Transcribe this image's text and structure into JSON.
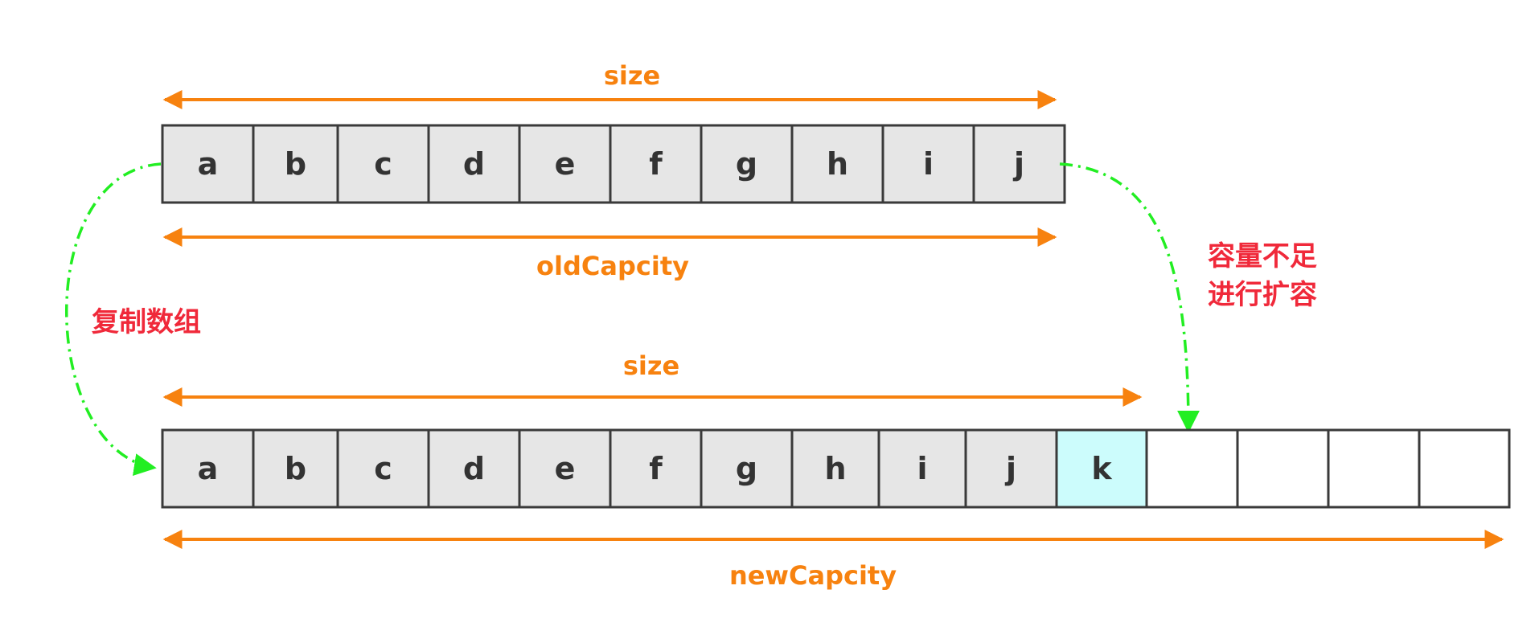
{
  "colors": {
    "cell_fill": "#e6e6e6",
    "cell_highlight": "#ccfcfc",
    "cell_empty": "#ffffff",
    "cell_border": "#3a3a3a",
    "dimension": "#f7820f",
    "flow_arrow": "#22ee22",
    "note": "#f0293a"
  },
  "old_array": {
    "cells": [
      "a",
      "b",
      "c",
      "d",
      "e",
      "f",
      "g",
      "h",
      "i",
      "j"
    ],
    "size_label": "size",
    "capacity_label": "oldCapcity"
  },
  "new_array": {
    "cells": [
      "a",
      "b",
      "c",
      "d",
      "e",
      "f",
      "g",
      "h",
      "i",
      "j",
      "k",
      "",
      "",
      "",
      ""
    ],
    "highlight_index": 10,
    "size_label": "size",
    "capacity_label": "newCapcity"
  },
  "notes": {
    "copy": "复制数组",
    "expand_line1": "容量不足",
    "expand_line2": "进行扩容"
  }
}
